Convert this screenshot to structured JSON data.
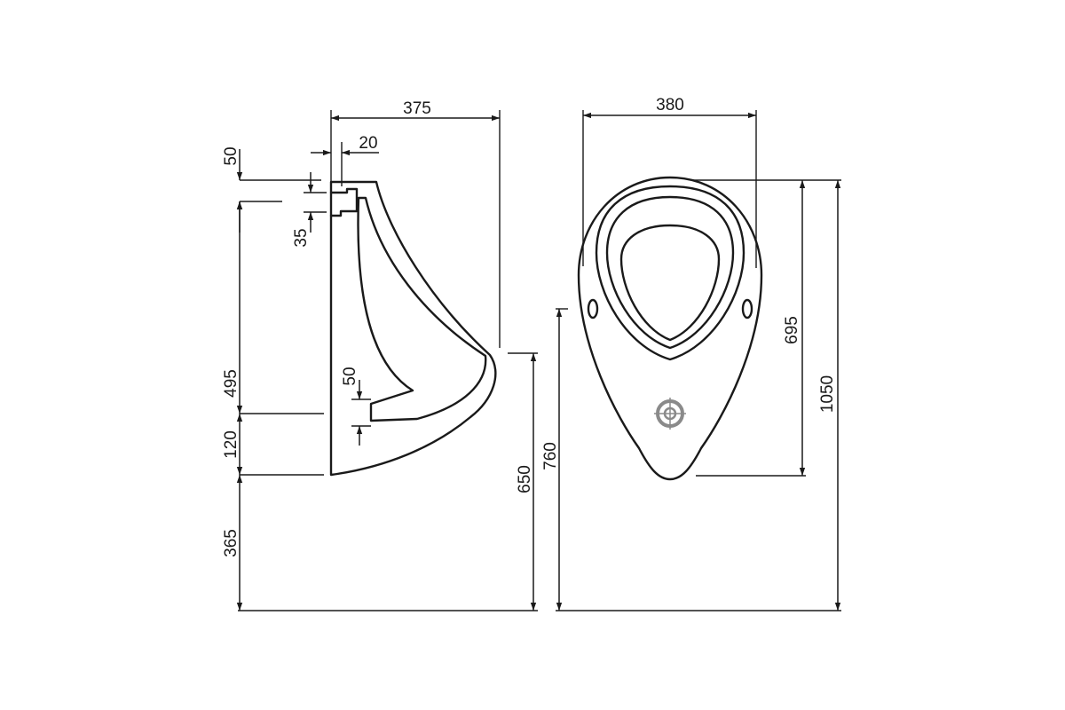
{
  "colors": {
    "line": "#1a1a1a",
    "background": "#ffffff",
    "drain": "#8a8a8a"
  },
  "side_view": {
    "dimensions": {
      "depth": "375",
      "inlet_offset": "20",
      "inlet_top_gap": "50",
      "inlet_height": "35",
      "back_height": "495",
      "outlet_height": "50",
      "outlet_to_bottom": "120",
      "floor_to_bottom": "365",
      "floor_to_lip": "650"
    }
  },
  "front_view": {
    "dimensions": {
      "width": "380",
      "floor_to_holes": "760",
      "bowl_height": "695",
      "total_height": "1050"
    }
  }
}
